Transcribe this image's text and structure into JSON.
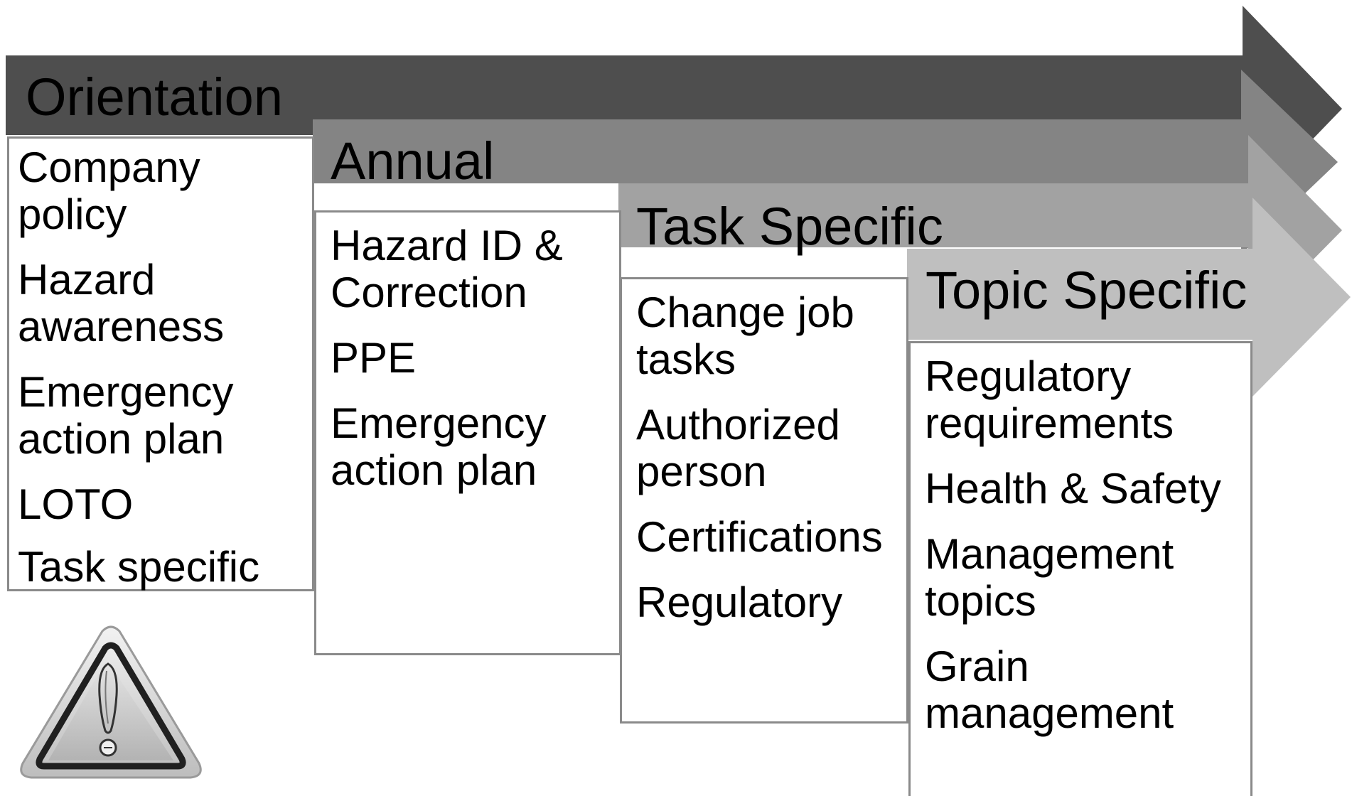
{
  "stages": [
    {
      "title": "Orientation",
      "color": "#4e4e4e",
      "items": [
        "Company policy",
        "Hazard awareness",
        "Emergency action plan",
        "LOTO",
        "Task specific"
      ]
    },
    {
      "title": "Annual",
      "color": "#848484",
      "items": [
        "Hazard ID & Correction",
        "PPE",
        "Emergency action plan"
      ]
    },
    {
      "title": "Task Specific",
      "color": "#a2a2a2",
      "items": [
        "Change job tasks",
        "Authorized person",
        "Certifications",
        "Regulatory"
      ]
    },
    {
      "title": "Topic Specific",
      "color": "#bfbfbf",
      "items": [
        "Regulatory requirements",
        "Health & Safety",
        "Management topics",
        "Grain management"
      ]
    }
  ],
  "icons": {
    "warning": "warning-triangle-icon"
  }
}
